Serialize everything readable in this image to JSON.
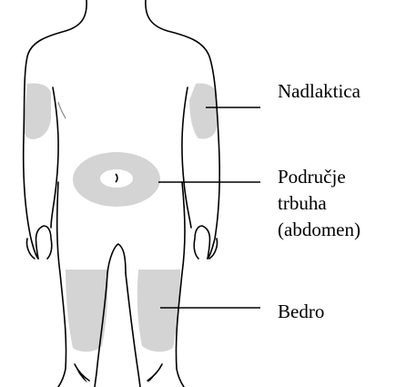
{
  "labels": {
    "upper_arm": "Nadlaktica",
    "abdomen_line1": "Područje",
    "abdomen_line2": "trbuha",
    "abdomen_line3": "(abdomen)",
    "thigh": "Bedro"
  },
  "colors": {
    "outline": "#000000",
    "region_fill": "#d4d4d4",
    "background": "#ffffff"
  }
}
